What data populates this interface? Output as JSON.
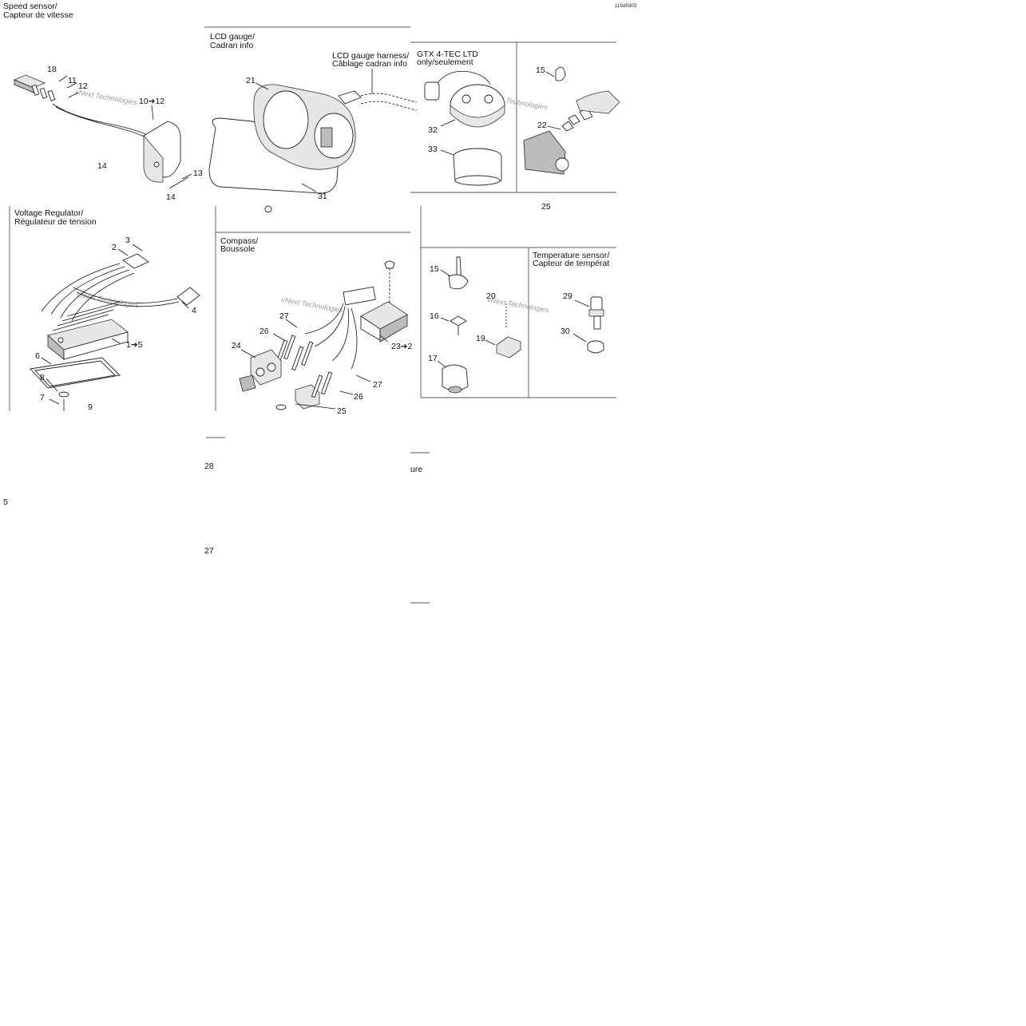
{
  "drawing_id": "11Sd0303",
  "sections": {
    "speed_sensor": {
      "title_en": "Speed sensor/",
      "title_fr": "Capteur de vitesse"
    },
    "lcd_gauge": {
      "title_en": "LCD gauge/",
      "title_fr": "Cadran info",
      "harness_en": "LCD gauge harness/",
      "harness_fr": "Câblage cadran info"
    },
    "gtx_ltd": {
      "title_en": "GTX 4-TEC LTD",
      "title_fr": "only/seulement"
    },
    "voltage_regulator": {
      "title_en": "Voltage Regulator/",
      "title_fr": "Régulateur de tension"
    },
    "compass": {
      "title_en": "Compass/",
      "title_fr": "Boussole"
    },
    "temperature_sensor": {
      "title_en": "Temperature sensor/",
      "title_fr": "Capteur de températ"
    }
  },
  "callouts": {
    "c18": "18",
    "c11": "11",
    "c12": "12",
    "c10_12": "10➔12",
    "c14a": "14",
    "c13": "13",
    "c14b": "14",
    "c21": "21",
    "c31": "31",
    "c32": "32",
    "c33": "33",
    "c15a": "15",
    "c22": "22",
    "c25a": "25",
    "c3": "3",
    "c2": "2",
    "c4": "4",
    "c1_5": "1➔5",
    "c6": "6",
    "c8": "8",
    "c7": "7",
    "c9": "9",
    "c27a": "27",
    "c26a": "26",
    "c24": "24",
    "c23": "23➔2",
    "c27b": "27",
    "c26b": "26",
    "c25b": "25",
    "c15b": "15",
    "c16": "16",
    "c17": "17",
    "c20": "20",
    "c19": "19",
    "c29": "29",
    "c30": "30",
    "f28": "28",
    "f27": "27",
    "f5": "5",
    "f_ure": "ure"
  },
  "watermark": "vNext Technologies"
}
